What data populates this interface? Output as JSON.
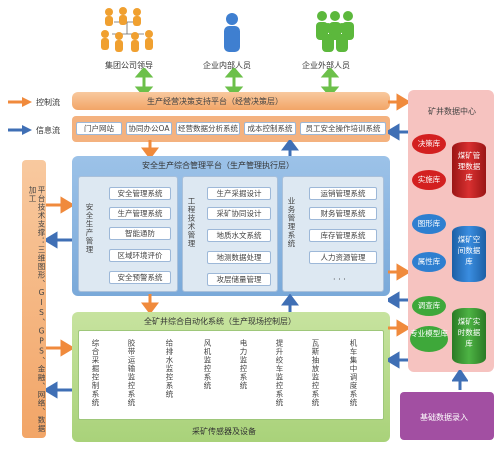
{
  "top_people": {
    "leaders": "集团公司领导",
    "internal": "企业内部人员",
    "external": "企业外部人员"
  },
  "legend": {
    "control": "控制流",
    "info": "信息流"
  },
  "decision_platform": {
    "title": "生产经营决策支持平台（经营决策层）",
    "items": [
      "门户网站",
      "协同办公OA",
      "经营数据分析系统",
      "成本控制系统",
      "员工安全操作培训系统"
    ]
  },
  "safety_platform": {
    "title": "安全生产综合管理平台（生产管理执行层）",
    "left_label": "安全生产管理",
    "left_items": [
      "安全管理系统",
      "生产管理系统",
      "智能通防",
      "区域环境评价",
      "安全预警系统"
    ],
    "mid_label": "工程技术管理",
    "mid_items": [
      "生产采掘设计",
      "采矿协同设计",
      "地质水文系统",
      "地测数据处理",
      "攻层储量管理"
    ],
    "right_label": "业务管理系统",
    "right_items": [
      "运销管理系统",
      "财务管理系统",
      "库存管理系统",
      "人力资源管理",
      "· · ·"
    ]
  },
  "left_side_label": "平台技术支撑：三维图形、GIS、GPS、金融、网络、数据加工",
  "automation": {
    "title": "全矿井综合自动化系统（生产现场控制层）",
    "columns": [
      "综合采掘控制系统",
      "胶带运输监控系统",
      "给排水监控系统",
      "风机监控系统",
      "电力监控系统",
      "提升绞车监控系统",
      "瓦斯抽放监控系统",
      "机车集中调度系统"
    ],
    "footer": "采矿传感器及设备"
  },
  "data_center": {
    "title": "矿井数据中心",
    "left_items": [
      "决策库",
      "实施库",
      "图形库",
      "属性库",
      "调查库",
      "专业模型库"
    ],
    "cyl_items": [
      "煤矿管理数据库",
      "煤矿空间数据库",
      "煤矿实时数据库"
    ],
    "basic_input": "基础数据录入"
  },
  "colors": {
    "orange": "#f08a3c",
    "blue": "#3f6fb5",
    "green": "#6cc04a",
    "red": "#d32020",
    "purple": "#a855a8"
  }
}
